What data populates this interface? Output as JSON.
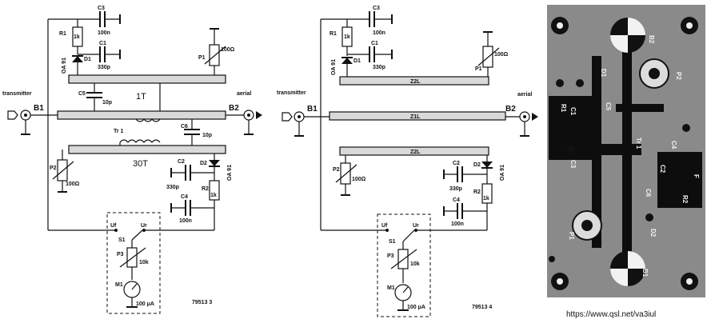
{
  "figure3": {
    "labels": {
      "transmitter": "transmitter",
      "aerial": "aerial",
      "b1": "B1",
      "b2": "B2",
      "c3": "C3",
      "c3_val": "100n",
      "r1": "R1",
      "r1_val": "1k",
      "c1": "C1",
      "c1_val": "330p",
      "d1": "D1",
      "oa91_top": "OA 91",
      "p1": "P1",
      "p1_val": "100Ω",
      "c5": "C5",
      "c5_val": "10p",
      "turns_1t": "1T",
      "turns_30t": "30T",
      "tr1": "Tr 1",
      "c6": "C6",
      "c6_val": "10p",
      "p2": "P2",
      "p2_val": "100Ω",
      "c2": "C2",
      "c2_val": "330p",
      "d2": "D2",
      "oa91_bot": "OA 91",
      "r2": "R2",
      "r2_val": "1k",
      "c4": "C4",
      "c4_val": "100n",
      "uf": "Uf",
      "ur": "Ur",
      "s1": "S1",
      "p3": "P3",
      "p3_val": "10k",
      "m1": "M1",
      "m1_val": "100 μA",
      "fig_no": "79513 3"
    }
  },
  "figure4": {
    "labels": {
      "transmitter": "transmitter",
      "aerial": "aerial",
      "b1": "B1",
      "b2": "B2",
      "c3": "C3",
      "c3_val": "100n",
      "r1": "R1",
      "r1_val": "1k",
      "c1": "C1",
      "c1_val": "330p",
      "d1": "D1",
      "oa91_top": "OA 91",
      "p1": "P1",
      "p1_val": "100Ω",
      "z2l_top": "Z2L",
      "z1l": "Z1L",
      "z2l_bot": "Z2L",
      "p2": "P2",
      "p2_val": "100Ω",
      "c2": "C2",
      "c2_val": "330p",
      "d2": "D2",
      "oa91_bot": "OA 91",
      "r2": "R2",
      "r2_val": "1k",
      "c4": "C4",
      "c4_val": "100n",
      "uf": "Uf",
      "ur": "Ur",
      "s1": "S1",
      "p3": "P3",
      "p3_val": "10k",
      "m1": "M1",
      "m1_val": "100 μA",
      "fig_no": "79513 4"
    }
  },
  "pcb": {
    "labels": {
      "b2": "B2",
      "b1": "B1",
      "d1": "D1",
      "c5": "C5",
      "r1": "R1",
      "c1": "C1",
      "c3": "C3",
      "p2": "P2",
      "tr1": "Tr 1",
      "c4": "C4",
      "c2": "C2",
      "f": "F",
      "c6": "C6",
      "r2": "R2",
      "d2": "D2",
      "p1": "P1"
    }
  },
  "credit": {
    "url": "https://www.qsl.net/va3iul"
  }
}
